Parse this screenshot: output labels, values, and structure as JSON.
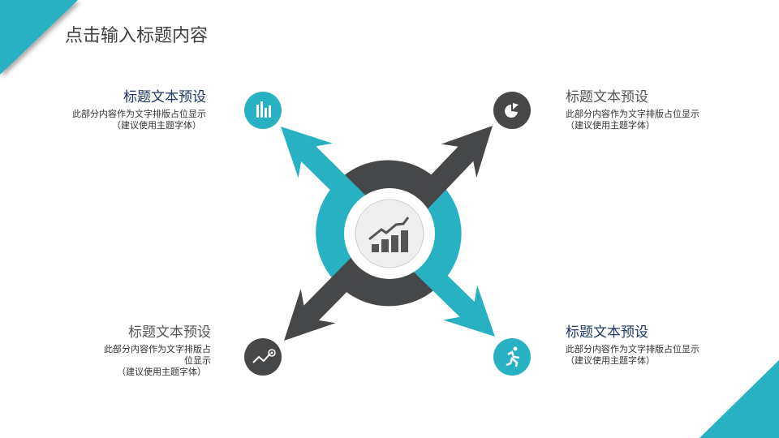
{
  "title": "点击输入标题内容",
  "colors": {
    "accent": "#27b1c3",
    "dark": "#464749",
    "navy": "#1f3864"
  },
  "center_icon": "chart-growth-icon",
  "items": [
    {
      "title": "标题文本预设",
      "body": "此部分内容作为文字排版占位显示",
      "note": "（建议使用主题字体）",
      "icon": "bar-chart-icon"
    },
    {
      "title": "标题文本预设",
      "body": "此部分内容作为文字排版占位显示",
      "note": "（建议使用主题字体）",
      "icon": "pie-chart-icon"
    },
    {
      "title": "标题文本预设",
      "body": "此部分内容作为文字排版占位显示",
      "note": "（建议使用主题字体）",
      "icon": "trend-target-icon"
    },
    {
      "title": "标题文本预设",
      "body": "此部分内容作为文字排版占位显示",
      "note": "（建议使用主题字体）",
      "icon": "running-person-icon"
    }
  ]
}
